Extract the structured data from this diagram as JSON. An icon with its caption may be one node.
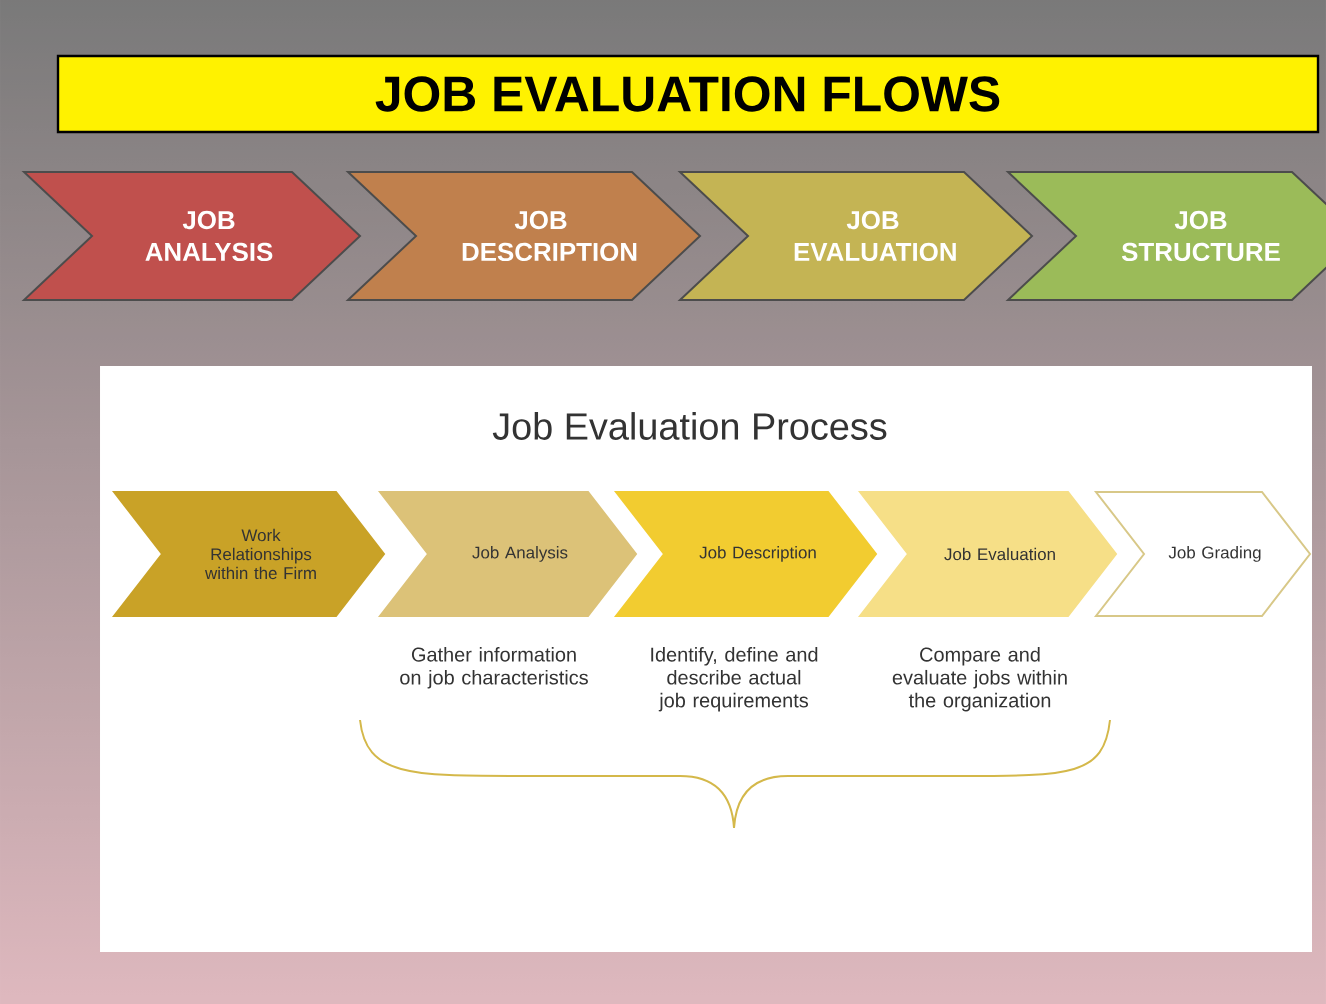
{
  "diagram": {
    "title": "JOB EVALUATION FLOWS",
    "nodes": [
      {
        "text": [
          "JOB ANALYSIS"
        ]
      },
      {
        "text": [
          "JOB DESCRIPTION"
        ]
      },
      {
        "text": [
          "JOB EVALUATION"
        ]
      },
      {
        "text": [
          "JOB STRUCTURE"
        ]
      },
      {
        "text": [
          "Job Evaluation Process"
        ]
      },
      {
        "text": [
          "Work Relationships within the Firm"
        ],
        "in": 4
      },
      {
        "text": [
          "Job Analysis"
        ],
        "in": 4,
        "beside": [
          "Gather information on job characteristics"
        ]
      },
      {
        "text": [
          "Job Description"
        ],
        "in": 4,
        "beside": [
          "Identify, define and describe actual job requirements"
        ]
      },
      {
        "text": [
          "Job Evaluation"
        ],
        "in": 4,
        "beside": [
          "Compare and evaluate jobs within the organization"
        ]
      },
      {
        "text": [
          "Job Grading"
        ],
        "in": 4
      }
    ]
  }
}
